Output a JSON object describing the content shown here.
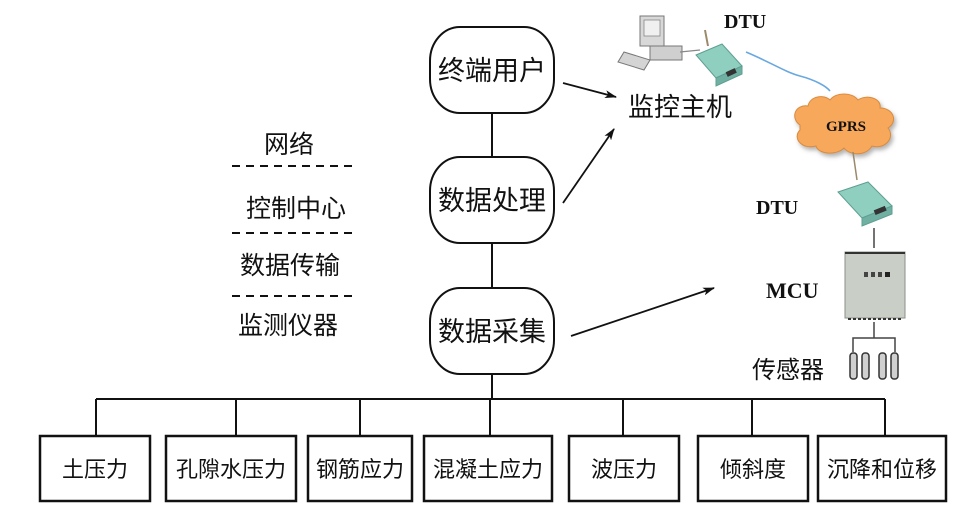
{
  "diagram": {
    "layers": [
      {
        "label": "网络"
      },
      {
        "label": "控制中心"
      },
      {
        "label": "数据传输"
      },
      {
        "label": "监测仪器"
      }
    ],
    "flow_nodes": [
      {
        "id": "terminal-user",
        "label": "终端用户"
      },
      {
        "id": "data-processing",
        "label": "数据处理"
      },
      {
        "id": "data-acquisition",
        "label": "数据采集"
      }
    ],
    "hardware": {
      "monitor_host_label": "监控主机",
      "dtu_top_label": "DTU",
      "gprs_label": "GPRS",
      "dtu_bottom_label": "DTU",
      "mcu_label": "MCU",
      "sensor_label": "传感器"
    },
    "monitored_items": [
      {
        "label": "土压力"
      },
      {
        "label": "孔隙水压力"
      },
      {
        "label": "钢筋应力"
      },
      {
        "label": "混凝土应力"
      },
      {
        "label": "波压力"
      },
      {
        "label": "倾斜度"
      },
      {
        "label": "沉降和位移"
      }
    ],
    "colors": {
      "line": "#111111",
      "gprs_cloud": "#f7a85a",
      "wireless_link": "#6aa8e0",
      "dtu_body": "#8fcfc0",
      "mcu_body": "#c9cfc6"
    }
  }
}
